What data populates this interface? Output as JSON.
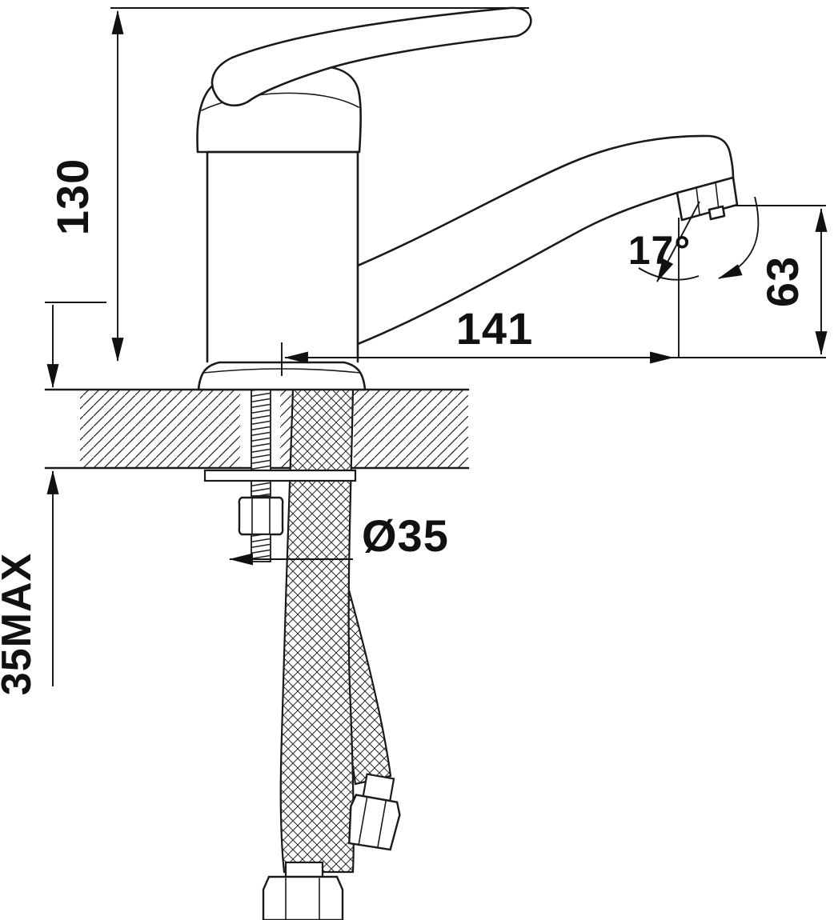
{
  "drawing": {
    "dimensions": {
      "overall_height": "130",
      "spout_reach": "141",
      "spout_angle": "17°",
      "outlet_height": "63",
      "hole_diameter": "Ø35",
      "max_deck_thickness": "35MAX"
    },
    "colors": {
      "line": "#1a1a1a",
      "dimension_line": "#151515",
      "background": "#ffffff"
    }
  }
}
